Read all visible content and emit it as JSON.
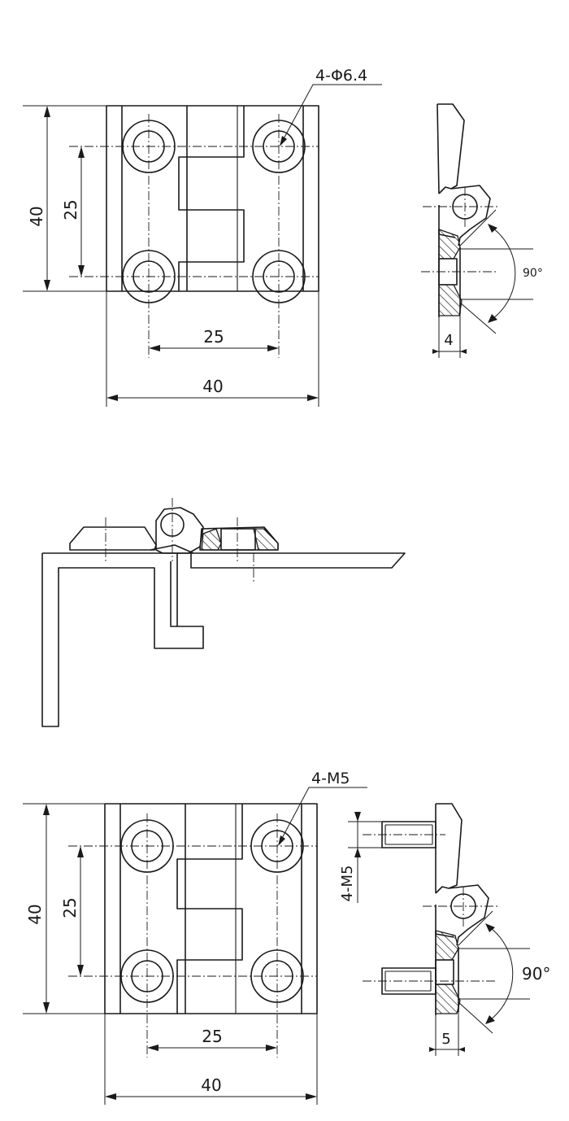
{
  "top_view_1": {
    "dim_height_outer": "40",
    "dim_height_holes": "25",
    "dim_width_holes": "25",
    "dim_width_outer": "40",
    "hole_callout": "4-Φ6.4"
  },
  "side_view_1": {
    "angle_label": "90°",
    "thickness_label": "4"
  },
  "top_view_2": {
    "dim_height_outer": "40",
    "dim_height_holes": "25",
    "dim_width_holes": "25",
    "dim_width_outer": "40",
    "thread_callout": "4-M5"
  },
  "side_view_2": {
    "thread_label": "4-M5",
    "angle_label": "90°",
    "thickness_label": "5"
  }
}
